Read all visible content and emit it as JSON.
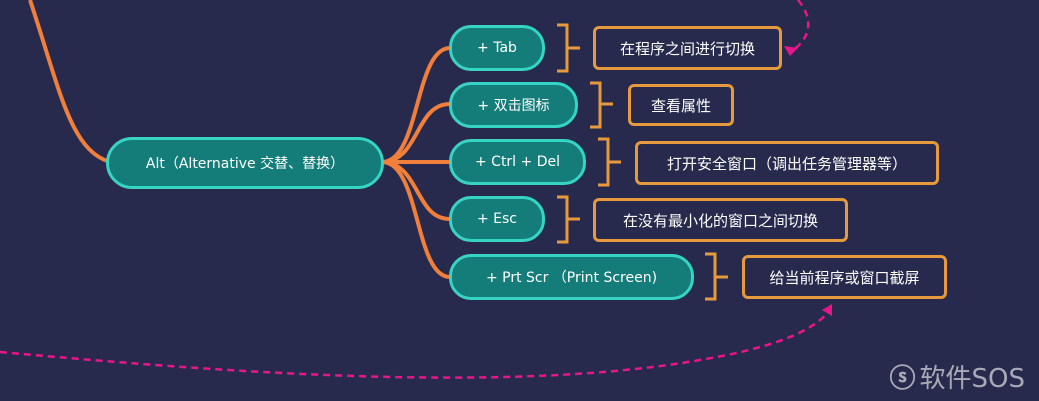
{
  "root": {
    "label": "Alt（Alternative 交替、替换）"
  },
  "branches": [
    {
      "key": "+ Tab",
      "desc": "在程序之间进行切换"
    },
    {
      "key": "+ 双击图标",
      "desc": "查看属性"
    },
    {
      "key": "+ Ctrl + Del",
      "desc": "打开安全窗口（调出任务管理器等）"
    },
    {
      "key": "+ Esc",
      "desc": "在没有最小化的窗口之间切换"
    },
    {
      "key": "+ Prt Scr （Print Screen)",
      "desc": "给当前程序或窗口截屏"
    }
  ],
  "watermark": {
    "text": "软件SOS"
  },
  "colors": {
    "background": "#272a4c",
    "node_fill": "#147d79",
    "node_border": "#37d3c3",
    "connector": "#f07f3c",
    "bracket": "#e79a3d",
    "dashed_arrow": "#e8168a"
  }
}
